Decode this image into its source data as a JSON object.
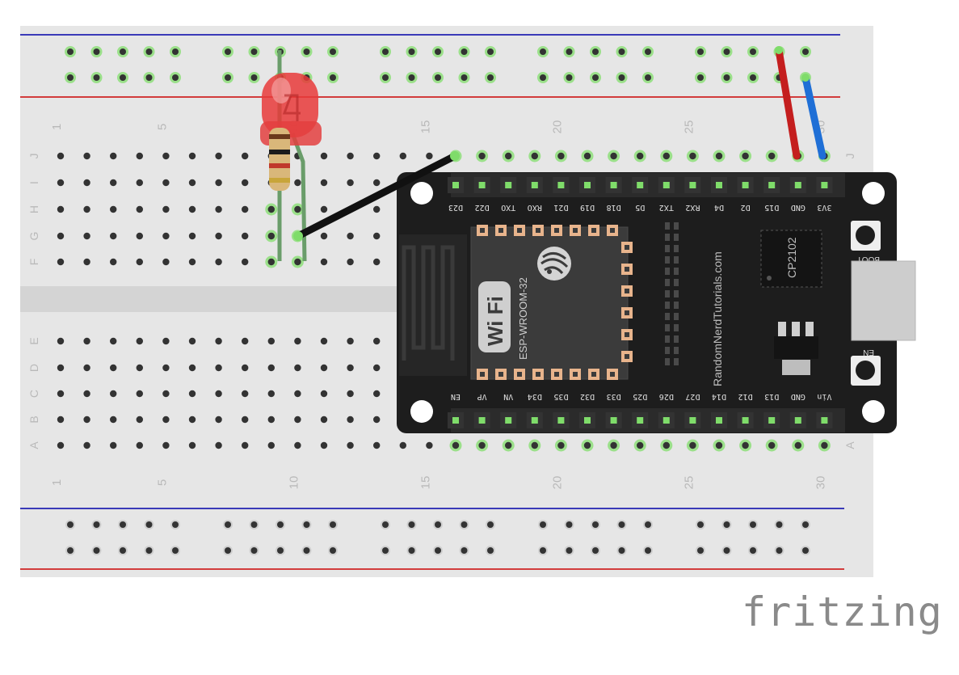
{
  "diagram": {
    "breadboard": {
      "row_letters_top": [
        "J",
        "I",
        "H",
        "G",
        "F"
      ],
      "row_letters_bottom": [
        "E",
        "D",
        "C",
        "B",
        "A"
      ],
      "column_numbers": [
        "1",
        "5",
        "10",
        "15",
        "20",
        "25",
        "30"
      ]
    },
    "board": {
      "top_pins": [
        "D23",
        "D22",
        "TXO",
        "RXO",
        "D21",
        "D19",
        "D18",
        "D5",
        "TX2",
        "RX2",
        "D4",
        "D2",
        "D15",
        "GND",
        "3V3"
      ],
      "bottom_pins": [
        "EN",
        "VP",
        "VN",
        "D34",
        "D35",
        "D32",
        "D33",
        "D25",
        "D26",
        "D27",
        "D14",
        "D12",
        "D13",
        "GND",
        "Vin"
      ],
      "module_name": "ESP-WROOM-32",
      "wifi_logo": "Wi Fi",
      "chip_label": "CP2102",
      "vertical_url": "RandomNerdTutorials.com",
      "boot_label": "BOOT",
      "en_label": "EN"
    },
    "colors": {
      "breadboard": "#e6e6e6",
      "rail_red": "#d23c3c",
      "rail_blue": "#3a3ab8",
      "board": "#1d1d1d",
      "led": "#e83a3a",
      "wire_black": "#111111",
      "wire_red": "#c41e1e",
      "wire_blue": "#1f6fd6",
      "hole_active": "#7fdc6a"
    }
  },
  "brand": {
    "logo": "fritzing"
  }
}
